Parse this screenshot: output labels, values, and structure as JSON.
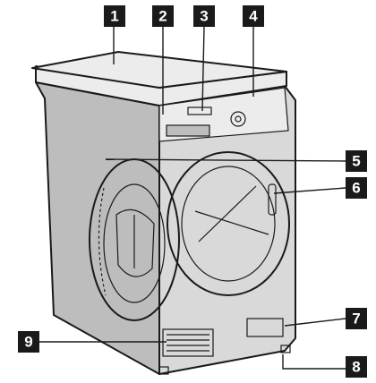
{
  "callouts": [
    {
      "id": "1",
      "label": "1"
    },
    {
      "id": "2",
      "label": "2"
    },
    {
      "id": "3",
      "label": "3"
    },
    {
      "id": "4",
      "label": "4"
    },
    {
      "id": "5",
      "label": "5"
    },
    {
      "id": "6",
      "label": "6"
    },
    {
      "id": "7",
      "label": "7"
    },
    {
      "id": "8",
      "label": "8"
    },
    {
      "id": "9",
      "label": "9"
    }
  ],
  "colors": {
    "ink": "#1a1a1a",
    "body": "#d9d9d9",
    "side": "#bdbdbd",
    "top": "#e6e6e6"
  }
}
